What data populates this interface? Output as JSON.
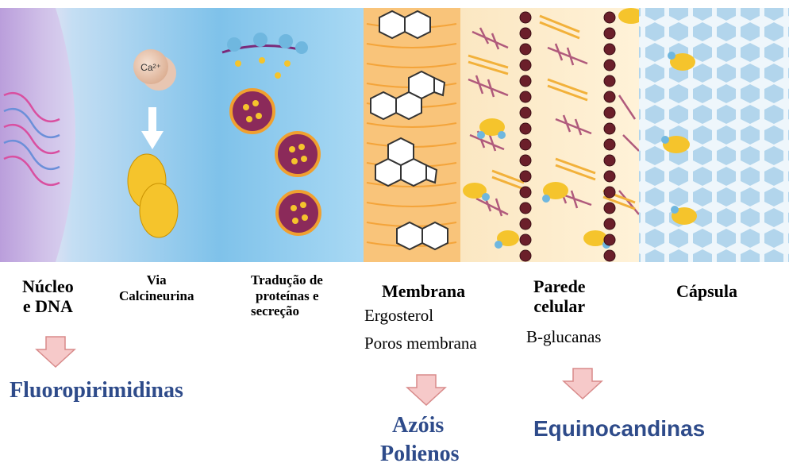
{
  "structures": {
    "nucleo_line1": "Núcleo",
    "nucleo_line2": "e DNA",
    "via_line1": "Via",
    "via_line2": "Calcineurina",
    "traducao_line1": "Tradução de",
    "traducao_line2": "proteínas e",
    "traducao_line3": "secreção",
    "membrana": "Membrana",
    "parede_line1": "Parede",
    "parede_line2": "celular",
    "capsula": "Cápsula"
  },
  "targets": {
    "ergosterol": "Ergosterol",
    "poros": "Poros membrana",
    "bglucanas": "B-glucanas"
  },
  "drugs": {
    "fluoropirimidinas": "Fluoropirimidinas",
    "azois": "Azóis",
    "polienos": "Polienos",
    "equinocandinas": "Equinocandinas"
  },
  "illustration": {
    "ion_label": "Ca²⁺"
  },
  "colors": {
    "drug_text": "#2e4b8a",
    "arrow_fill": "#f6c9c9",
    "arrow_stroke": "#d88a8a"
  }
}
